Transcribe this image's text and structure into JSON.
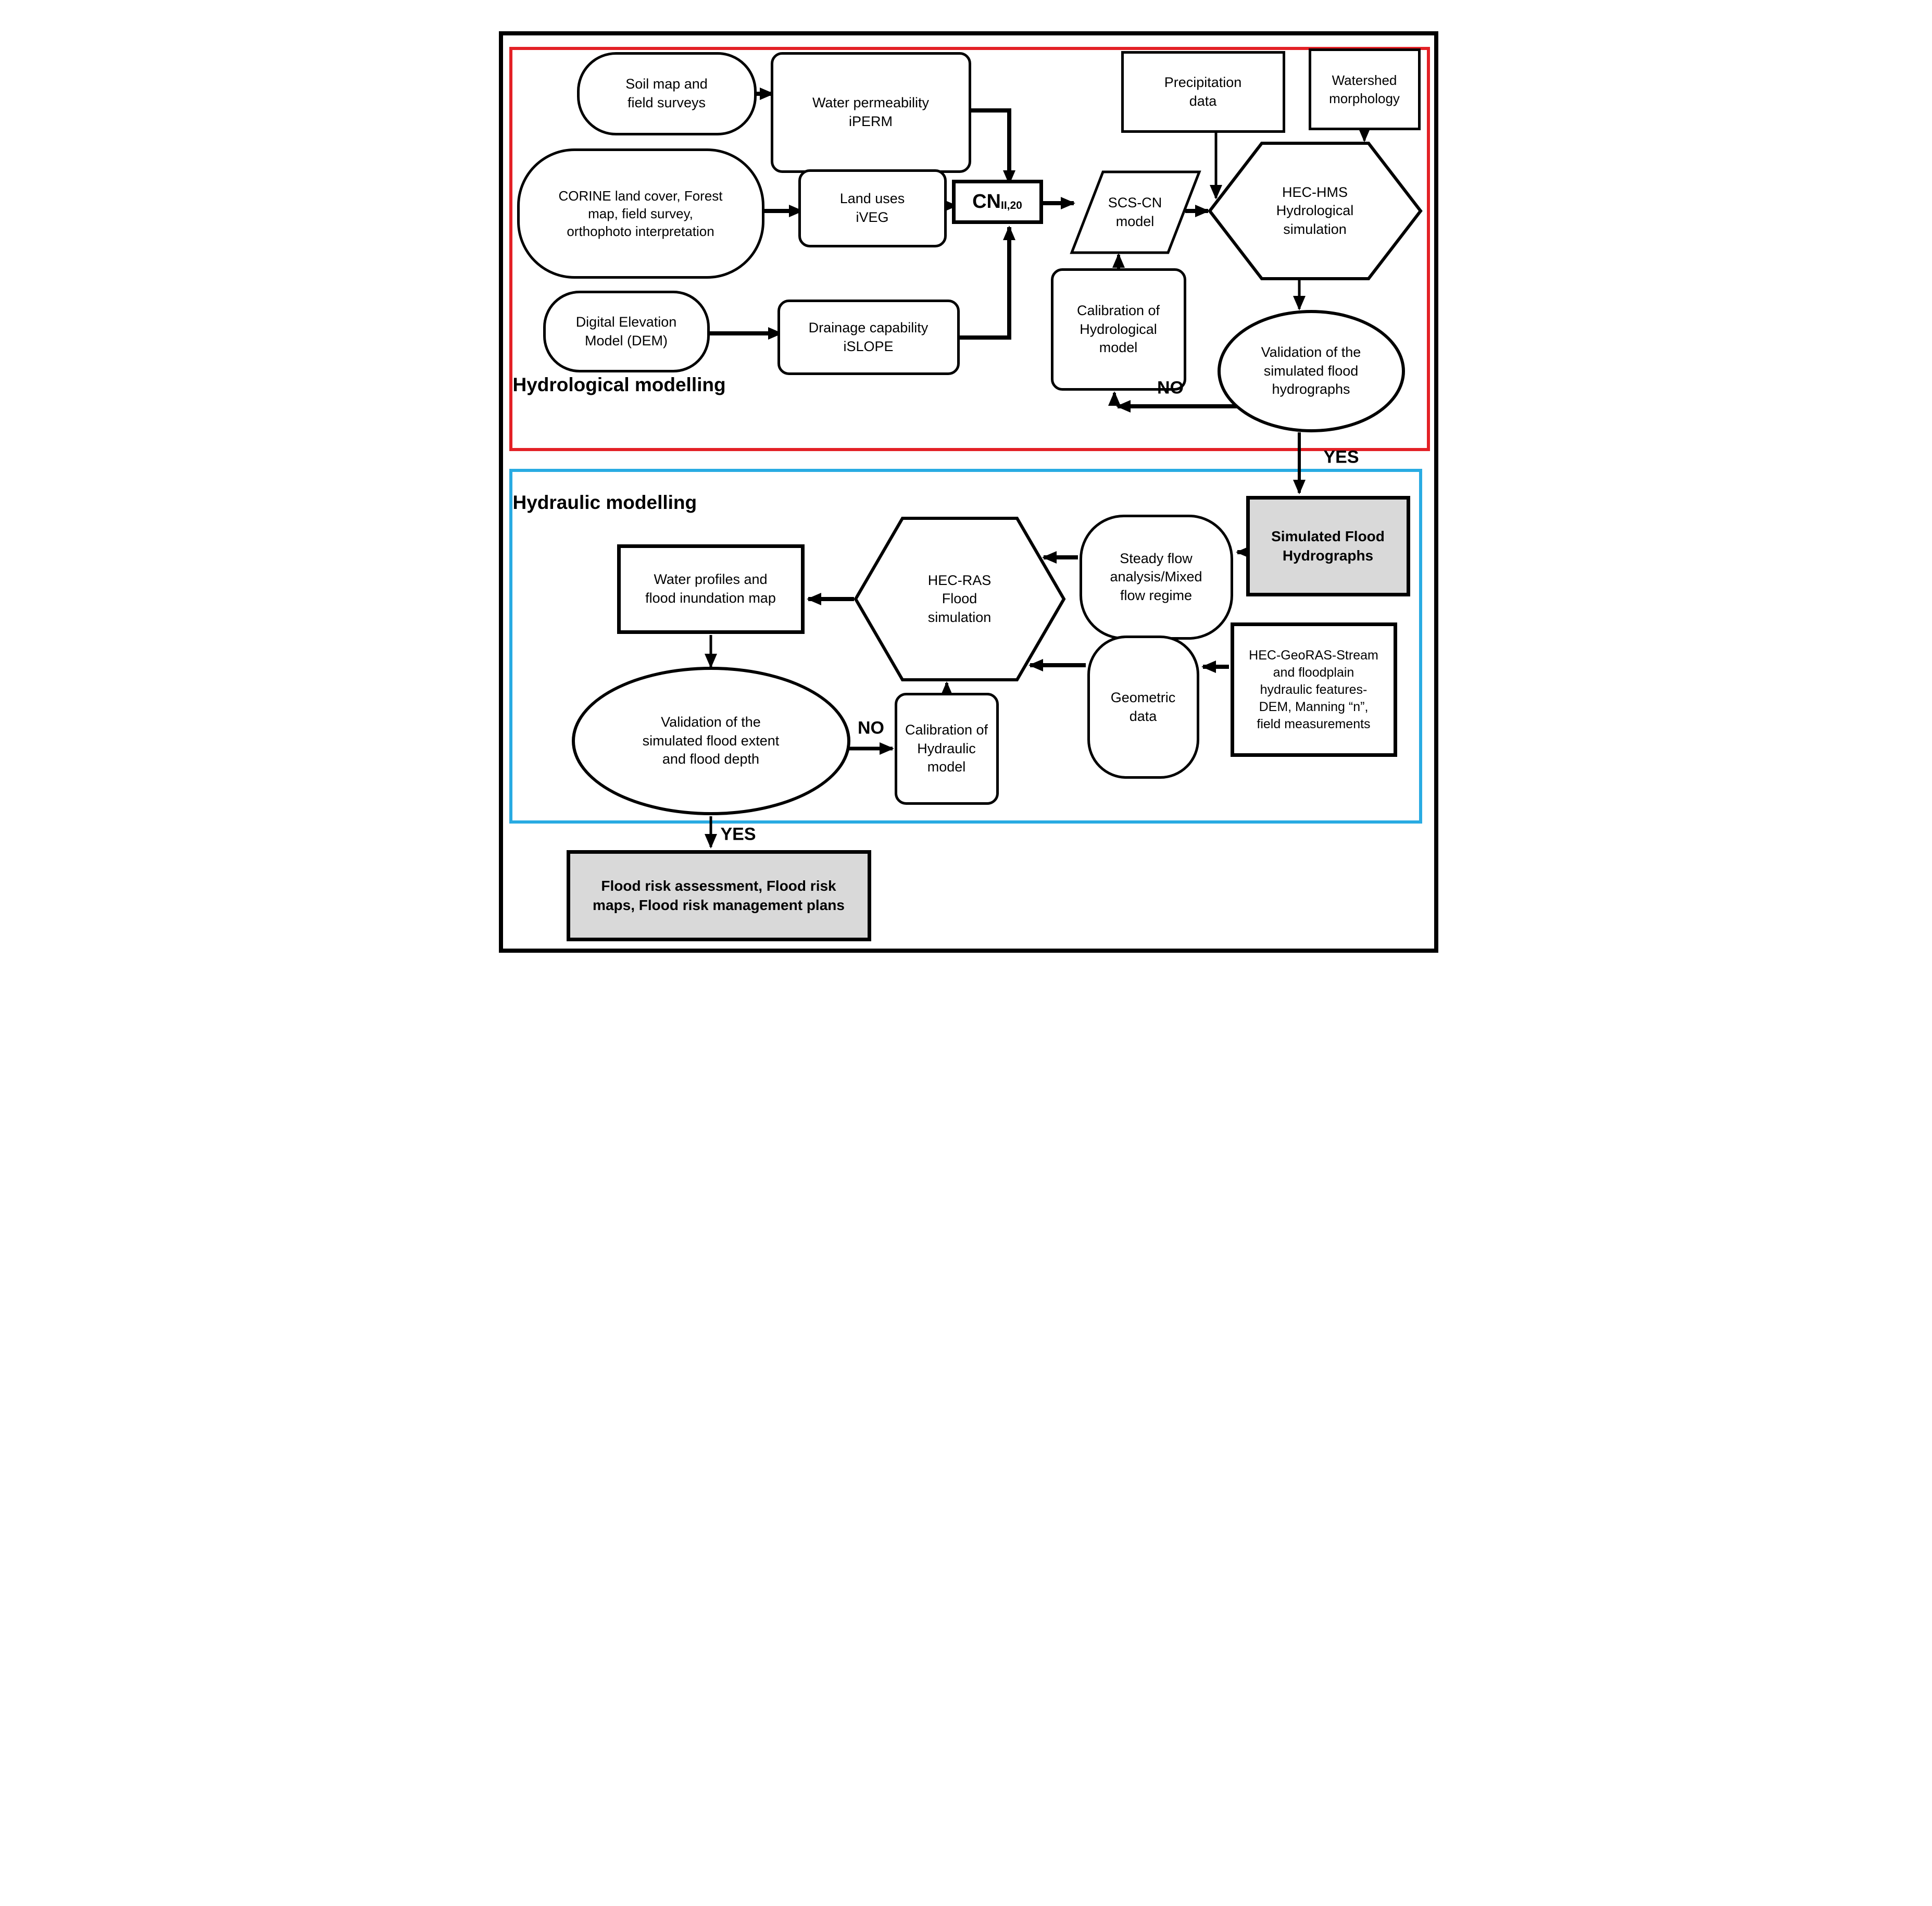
{
  "sections": {
    "hydrological": "Hydrological modelling",
    "hydraulic": "Hydraulic modelling"
  },
  "nodes": {
    "soil": "Soil map and\nfield surveys",
    "water_permeability": "Water permeability\niPERM",
    "corine": "CORINE land cover, Forest\nmap, field survey,\northophoto interpretation",
    "land_uses": "Land uses\niVEG",
    "cn": {
      "main": "CN",
      "sub": "II,20"
    },
    "dem": "Digital Elevation\nModel (DEM)",
    "drainage": "Drainage capability\niSLOPE",
    "scs_cn": "SCS-CN\nmodel",
    "precipitation": "Precipitation\ndata",
    "watershed": "Watershed\nmorphology",
    "hec_hms": "HEC-HMS\nHydrological\nsimulation",
    "calibration_hydrological": "Calibration of\nHydrological\nmodel",
    "validation_hydrographs": "Validation of the\nsimulated flood\nhydrographs",
    "simulated_flood": "Simulated Flood\nHydrographs",
    "steady_flow": "Steady flow\nanalysis/Mixed\nflow regime",
    "hec_ras": "HEC-RAS\nFlood\nsimulation",
    "water_profiles": "Water profiles and\nflood inundation map",
    "hec_georas": "HEC-GeoRAS-Stream\nand floodplain\nhydraulic features-\nDEM, Manning “n”,\nfield measurements",
    "geometric_data": "Geometric\ndata",
    "validation_extent": "Validation of the\nsimulated flood extent\nand flood depth",
    "calibration_hydraulic": "Calibration of\nHydraulic\nmodel",
    "flood_risk": "Flood risk assessment, Flood risk\nmaps, Flood risk management plans"
  },
  "decisions": {
    "yes_top": "YES",
    "no_top": "NO",
    "yes_bottom": "YES",
    "no_bottom": "NO"
  },
  "colors": {
    "hydrological_border": "#e32126",
    "hydraulic_border": "#29abe2",
    "highlight_fill": "#d9d9d9",
    "line": "#000000"
  }
}
